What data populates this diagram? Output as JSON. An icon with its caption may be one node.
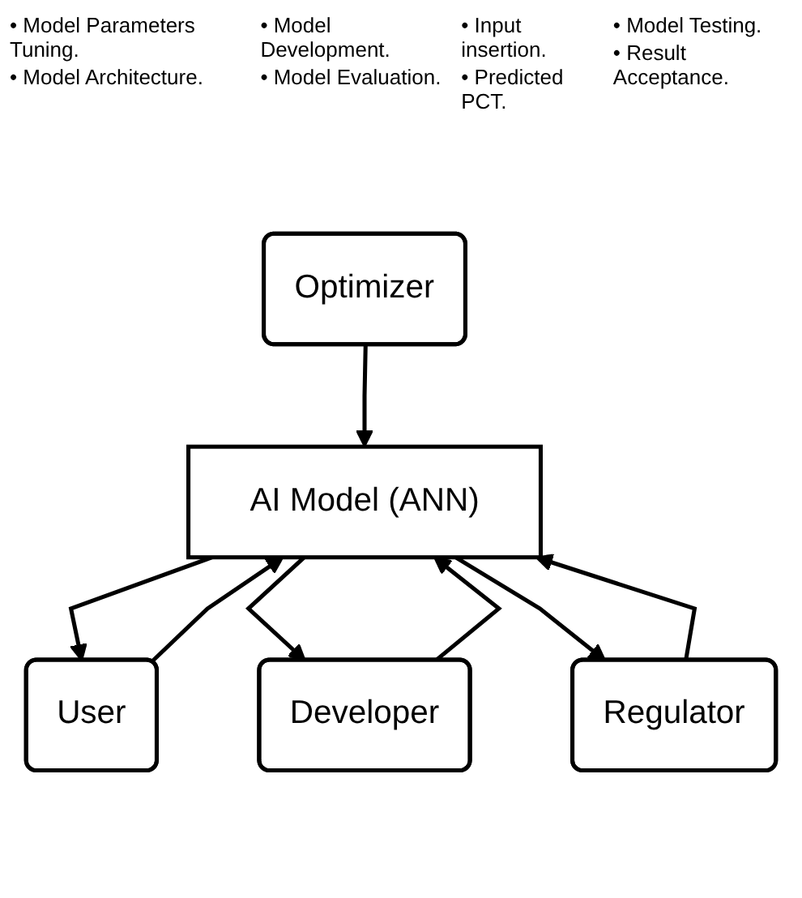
{
  "diagram": {
    "nodes": [
      {
        "text": [
          "Optimizer"
        ]
      },
      {
        "text": [
          "User"
        ]
      },
      {
        "text": [
          "AI Model (ANN)"
        ]
      },
      {
        "text": [
          "Developer"
        ]
      },
      {
        "text": [
          "Regulator"
        ]
      }
    ],
    "edges": [
      {
        "from": 0,
        "to": 2,
        "arrow": "to"
      },
      {
        "from": 2,
        "to": 1,
        "arrow": "to"
      },
      {
        "from": 1,
        "to": 2,
        "arrow": "to"
      },
      {
        "from": 3,
        "to": 2,
        "arrow": "to"
      },
      {
        "from": 2,
        "to": 3,
        "arrow": "to"
      },
      {
        "from": 2,
        "to": 4,
        "arrow": "to"
      },
      {
        "from": 4,
        "to": 2,
        "arrow": "to"
      }
    ],
    "labels": [
      "• Model Parameters Tuning.",
      "• Model Architecture.",
      "• Model Development.",
      "• Model Evaluation.",
      "• Input insertion.",
      "• Predicted PCT.",
      "• Model Testing.",
      "• Result Acceptance."
    ]
  }
}
